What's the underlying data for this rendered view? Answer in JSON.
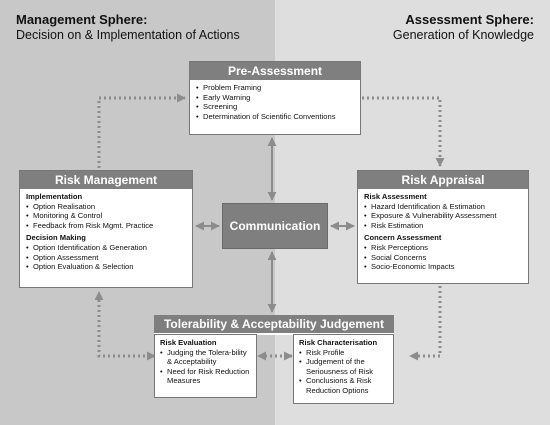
{
  "management_sphere": {
    "title": "Management Sphere:",
    "subtitle": "Decision on & Implementation of Actions"
  },
  "assessment_sphere": {
    "title": "Assessment Sphere:",
    "subtitle": "Generation of Knowledge"
  },
  "pre_assessment": {
    "title": "Pre-Assessment",
    "items": [
      "Problem Framing",
      "Early Warning",
      "Screening",
      "Determination of Scientific Conventions"
    ]
  },
  "risk_management": {
    "title": "Risk Management",
    "sections": [
      {
        "heading": "Implementation",
        "items": [
          "Option Realisation",
          "Monitoring & Control",
          "Feedback from Risk Mgmt. Practice"
        ]
      },
      {
        "heading": "Decision Making",
        "items": [
          "Option Identification & Generation",
          "Option Assessment",
          "Option Evaluation & Selection"
        ]
      }
    ]
  },
  "risk_appraisal": {
    "title": "Risk Appraisal",
    "sections": [
      {
        "heading": "Risk Assessment",
        "items": [
          "Hazard Identification & Estimation",
          "Exposure & Vulnerability Assessment",
          "Risk Estimation"
        ]
      },
      {
        "heading": "Concern Assessment",
        "items": [
          "Risk Perceptions",
          "Social Concerns",
          "Socio-Economic Impacts"
        ]
      }
    ]
  },
  "communication": {
    "label": "Communication"
  },
  "tolerability": {
    "title": "Tolerability & Acceptability Judgement",
    "risk_evaluation": {
      "heading": "Risk Evaluation",
      "items": [
        "Judging the Tolera-bility & Acceptability",
        "Need for Risk Reduction Measures"
      ]
    },
    "risk_characterisation": {
      "heading": "Risk Characterisation",
      "items": [
        "Risk Profile",
        "Judgement of the Seriousness of Risk",
        "Conclusions & Risk Reduction Options"
      ]
    }
  },
  "colors": {
    "header_fill": "#7f7f7f",
    "left_background": "#c8c8c8",
    "right_background": "#dedede",
    "arrow": "#8c8c8c"
  }
}
